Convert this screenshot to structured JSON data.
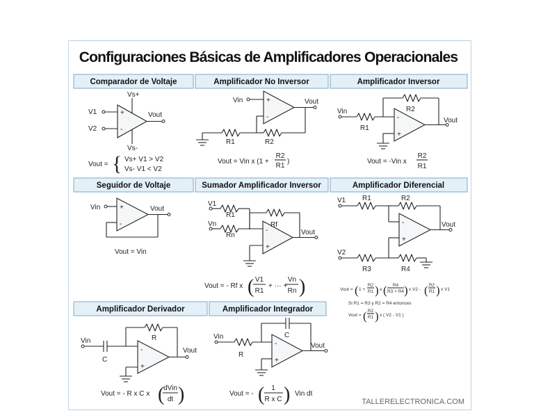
{
  "title": "Configuraciones Básicas de Amplificadores Operacionales",
  "footer": "TALLERELECTRONICA.COM",
  "sections": {
    "comparador": {
      "header": "Comparador de Voltaje",
      "labels": [
        "Vs+",
        "V1",
        "V2",
        "Vout",
        "Vs-"
      ],
      "eq_lhs": "Vout =",
      "eq_case1": "Vs+  V1 > V2",
      "eq_case2": "Vs-   V1 < V2"
    },
    "no_inversor": {
      "header": "Amplificador No Inversor",
      "labels": [
        "Vin",
        "Vout",
        "R1",
        "R2"
      ],
      "eq": "Vout = Vin x (1 +",
      "frac_num": "R2",
      "frac_den": "R1",
      "eq_end": ")"
    },
    "inversor": {
      "header": "Amplificador Inversor",
      "labels": [
        "R2",
        "Vin",
        "R1",
        "Vout"
      ],
      "eq": "Vout = -Vin x",
      "frac_num": "R2",
      "frac_den": "R1"
    },
    "seguidor": {
      "header": "Seguidor de Voltaje",
      "labels": [
        "Vin",
        "Vout"
      ],
      "eq": "Vout = Vin"
    },
    "sumador": {
      "header": "Sumador Amplificador Inversor",
      "labels": [
        "V1",
        "R1",
        "Rf",
        "Vn",
        "Rn",
        "Vout"
      ],
      "eq": "Vout = - Rf x",
      "f1_num": "V1",
      "f1_den": "R1",
      "dots": "+ ··· +",
      "f2_num": "Vn",
      "f2_den": "Rn"
    },
    "diferencial": {
      "header": "Amplificador Diferencial",
      "labels": [
        "V1",
        "R1",
        "R2",
        "Vout",
        "V2",
        "R3",
        "R4"
      ],
      "eq1_a": "Vout =",
      "eq1_f1n": "R2",
      "eq1_f1d": "R1",
      "eq1_f2n": "R4",
      "eq1_f2d": "R3 + R4",
      "eq1_b": "x V2 -",
      "eq1_f3n": "R2",
      "eq1_f3d": "R1",
      "eq1_c": "x V1",
      "eq2": "Si R1 = R3 y R2 = R4 entonces",
      "eq3_a": "Vout =",
      "eq3_fn": "R2",
      "eq3_fd": "R1",
      "eq3_b": "x ( V2 - V1 )"
    },
    "derivador": {
      "header": "Amplificador Derivador",
      "labels": [
        "R",
        "Vin",
        "C",
        "Vout"
      ],
      "eq": "Vout = - R x C x",
      "frac_num": "dVin",
      "frac_den": "dt"
    },
    "integrador": {
      "header": "Amplificador Integrador",
      "labels": [
        "C",
        "Vin",
        "R",
        "Vout"
      ],
      "eq": "Vout = -",
      "frac_num": "1",
      "frac_den": "R x C",
      "eq_end": "Vin dt"
    }
  },
  "colors": {
    "header_fill": "#e3f0f8",
    "header_border": "#7fa9c4",
    "card_border": "#b9d3e3",
    "ink": "#222222"
  }
}
